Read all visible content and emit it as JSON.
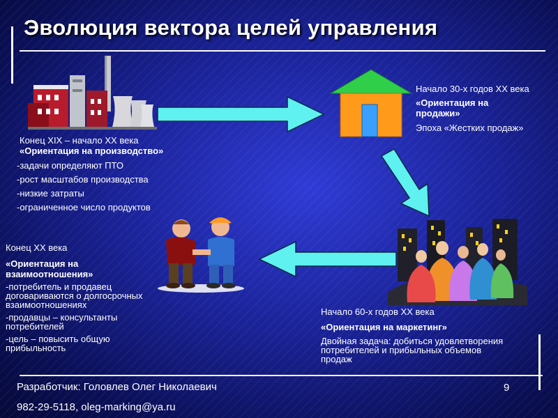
{
  "title": "Эволюция вектора целей управления",
  "blocks": {
    "production": {
      "period": "Конец XIX – начало XX века",
      "orientation": "«Ориентация на производство»",
      "items": [
        "-задачи определяют ПТО",
        "-рост масштабов производства",
        "-низкие затраты",
        "-ограниченное число продуктов"
      ]
    },
    "sales": {
      "period": "Начало 30-х годов XX века",
      "orientation": "«Ориентация на продажи»",
      "note": "Эпоха «Жестких продаж»"
    },
    "relations": {
      "period": "Конец XX века",
      "orientation": "«Ориентация на взаимоотношения»",
      "items": [
        "-потребитель и продавец договариваются о долгосрочных взаимоотношениях",
        "-продавцы – консультанты потребителей",
        "-цель – повысить общую прибыльность"
      ]
    },
    "marketing": {
      "period": "Начало 60-х годов XX века",
      "orientation": "«Ориентация на маркетинг»",
      "note": "Двойная задача: добиться удовлетворения потребителей и прибыльных объемов продаж"
    }
  },
  "icons": [
    "factory-icon",
    "house-icon",
    "crowd-icon",
    "handshake-icon"
  ],
  "colors": {
    "arrow": "#5ff0f0",
    "house_roof": "#2fcf4a",
    "house_wall": "#ff9a1a",
    "house_door": "#3aa0ff"
  },
  "footer": {
    "author": "Разработчик: Головлев Олег Николаевич",
    "contacts": "982-29-5118, oleg-marking@ya.ru"
  },
  "page_number": "9"
}
